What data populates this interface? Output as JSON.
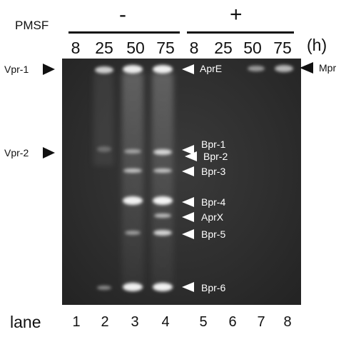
{
  "treatment_label": "PMSF",
  "groups": {
    "minus": "-",
    "plus": "+"
  },
  "times": [
    "8",
    "25",
    "50",
    "75",
    "8",
    "25",
    "50",
    "75"
  ],
  "time_unit": "(h)",
  "lane_label": "lane",
  "lanes": [
    "1",
    "2",
    "3",
    "4",
    "5",
    "6",
    "7",
    "8"
  ],
  "left_markers": [
    "Vpr-1",
    "Vpr-2"
  ],
  "right_marker": "Mpr",
  "band_labels": [
    "AprE",
    "Bpr-1",
    "Bpr-2",
    "Bpr-3",
    "Bpr-4",
    "AprX",
    "Bpr-5",
    "Bpr-6"
  ]
}
